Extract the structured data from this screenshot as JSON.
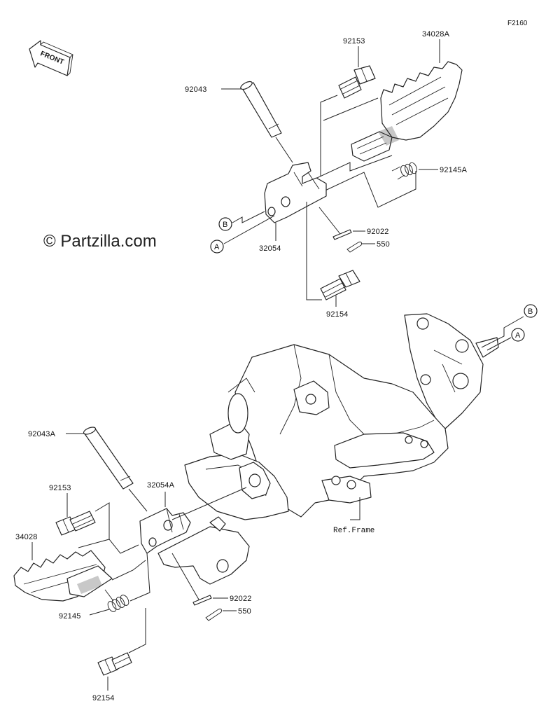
{
  "diagram_code": "F2160",
  "watermark": "© Partzilla.com",
  "front_badge": "FRONT",
  "ref_frame": "Ref.Frame",
  "callouts": {
    "A": "A",
    "B": "B"
  },
  "upper_parts": {
    "p92153": "92153",
    "p34028A": "34028A",
    "p92043": "92043",
    "p92145A": "92145A",
    "p92022": "92022",
    "p550": "550",
    "p32054": "32054",
    "p92154": "92154"
  },
  "lower_parts": {
    "p92043A": "92043A",
    "p92153": "92153",
    "p32054A": "32054A",
    "p34028": "34028",
    "p92022": "92022",
    "p550": "550",
    "p92145": "92145",
    "p92154": "92154"
  }
}
